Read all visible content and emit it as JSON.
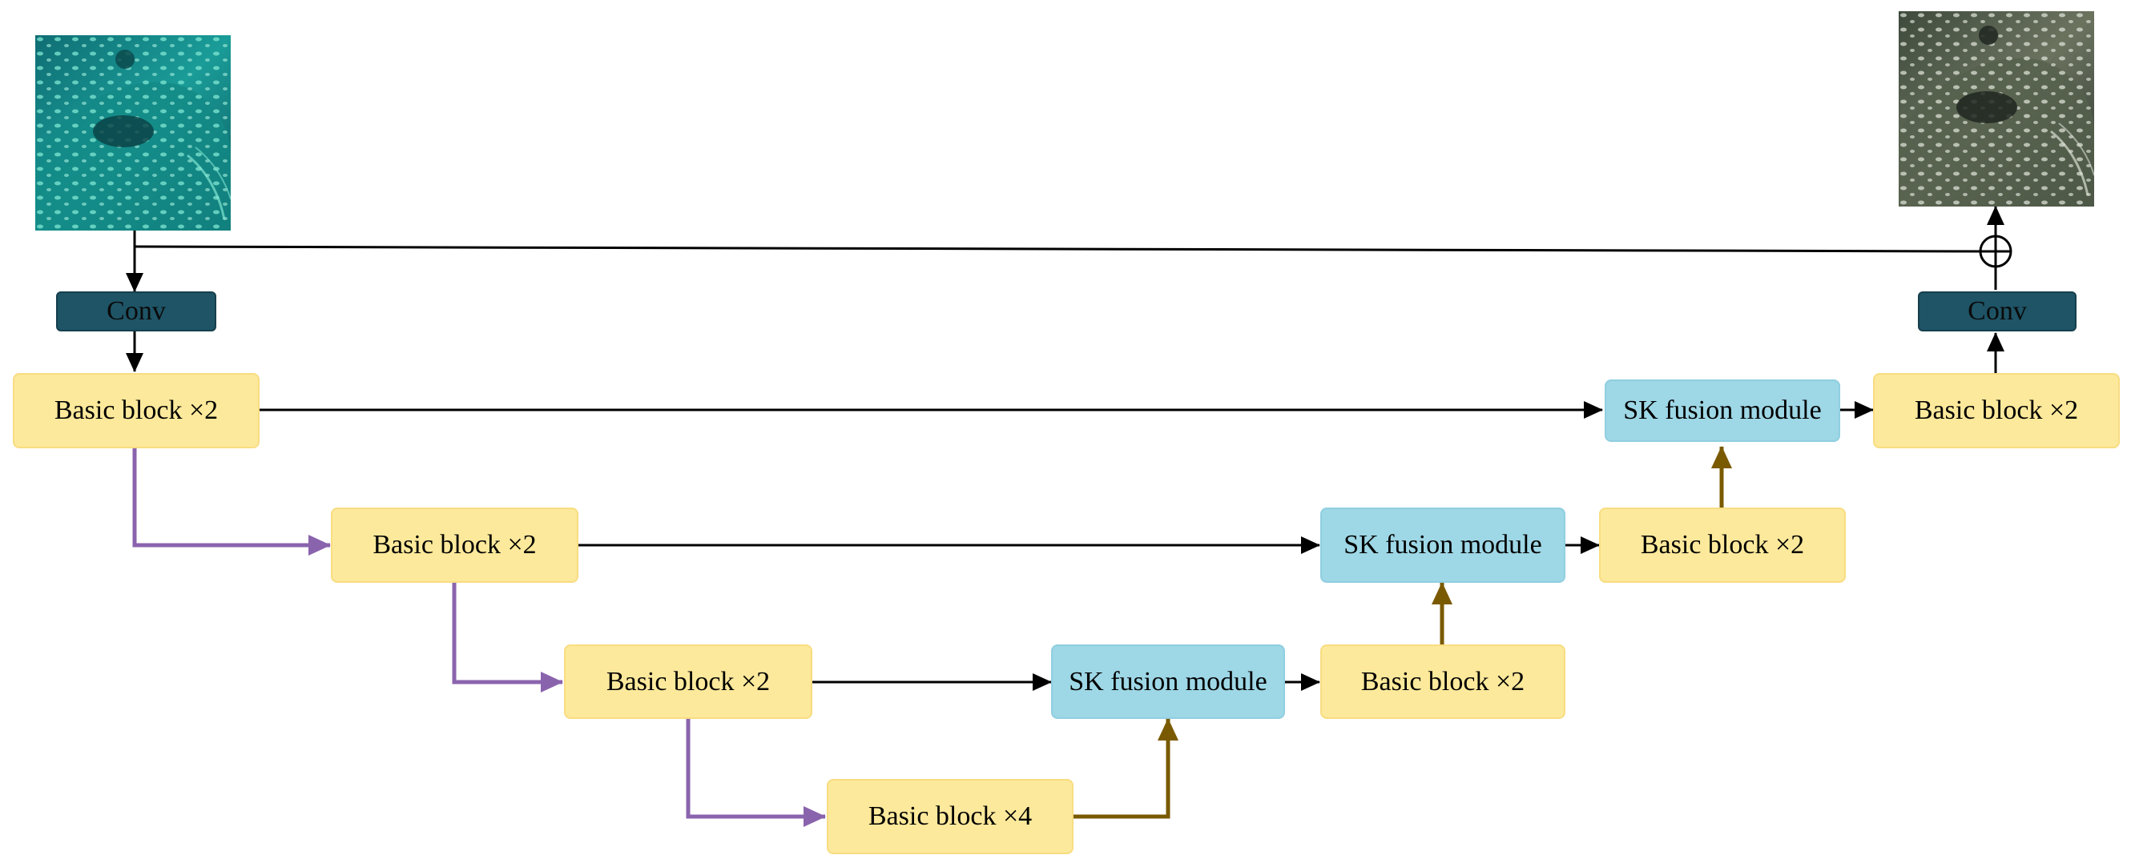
{
  "blocks": {
    "enc1": "Basic block ×2",
    "enc2": "Basic block ×2",
    "enc3": "Basic block ×2",
    "bottleneck": "Basic block ×4",
    "dec3": "Basic block ×2",
    "dec2": "Basic block ×2",
    "dec1": "Basic block ×2"
  },
  "fusion": {
    "sk3": "SK fusion module",
    "sk2": "SK fusion module",
    "sk1": "SK fusion module"
  },
  "conv": {
    "input": "Conv",
    "output": "Conv"
  },
  "colors": {
    "block_fill": "#fde99b",
    "fusion_fill": "#9ed7e6",
    "conv_fill": "#1e5466",
    "downsample_arrow": "#8a63ad",
    "upsample_arrow": "#7a5a00",
    "skip_arrow": "#000000"
  },
  "images": {
    "input": "underwater-fish-input",
    "output": "enhanced-fish-output"
  }
}
